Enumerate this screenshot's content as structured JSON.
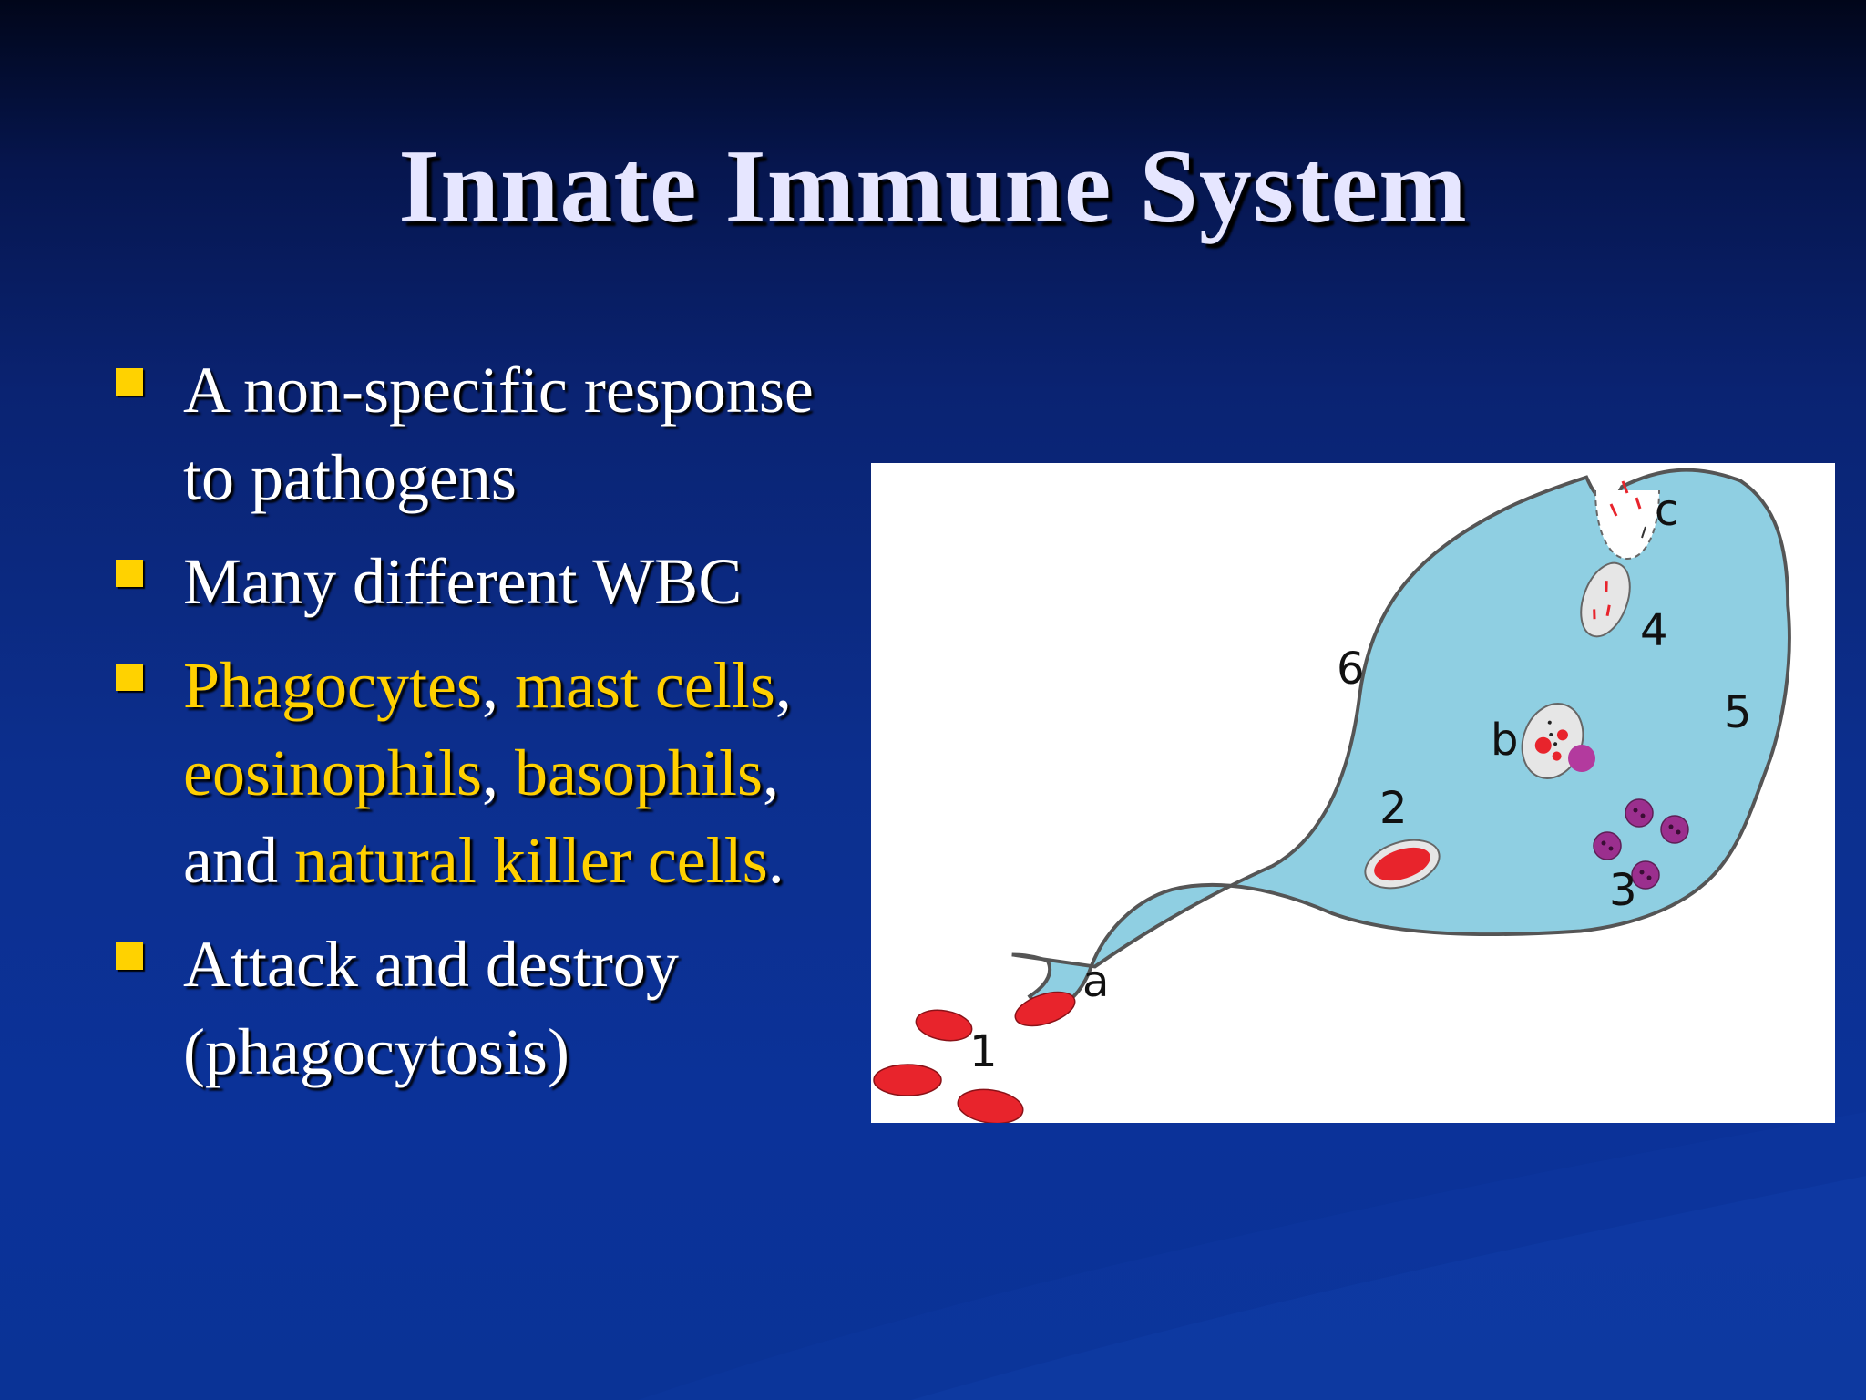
{
  "slide": {
    "title": "Innate Immune System",
    "bullets": [
      {
        "parts": [
          {
            "text": "A non-specific response to pathogens",
            "highlight": false
          }
        ]
      },
      {
        "parts": [
          {
            "text": "Many different WBC",
            "highlight": false
          }
        ]
      },
      {
        "parts": [
          {
            "text": "Phagocytes",
            "highlight": true
          },
          {
            "text": ", ",
            "highlight": false
          },
          {
            "text": "mast cells",
            "highlight": true
          },
          {
            "text": ", ",
            "highlight": false
          },
          {
            "text": "eosinophils",
            "highlight": true
          },
          {
            "text": ", ",
            "highlight": false
          },
          {
            "text": "basophils",
            "highlight": true
          },
          {
            "text": ", and ",
            "highlight": false
          },
          {
            "text": "natural killer cells",
            "highlight": true
          },
          {
            "text": ".",
            "highlight": false
          }
        ]
      },
      {
        "parts": [
          {
            "text": "Attack and destroy (phagocytosis)",
            "highlight": false
          }
        ]
      }
    ],
    "colors": {
      "highlight_text": "#ffd000",
      "bullet_marker": "#ffd200",
      "cell_fill": "#8fcfe2",
      "red_cells": "#e8242c",
      "granules": "#9b2f8e"
    }
  },
  "diagram": {
    "labels": {
      "a": "a",
      "b": "b",
      "c": "c",
      "n1": "1",
      "n2": "2",
      "n3": "3",
      "n4": "4",
      "n5": "5",
      "n6": "6"
    }
  }
}
